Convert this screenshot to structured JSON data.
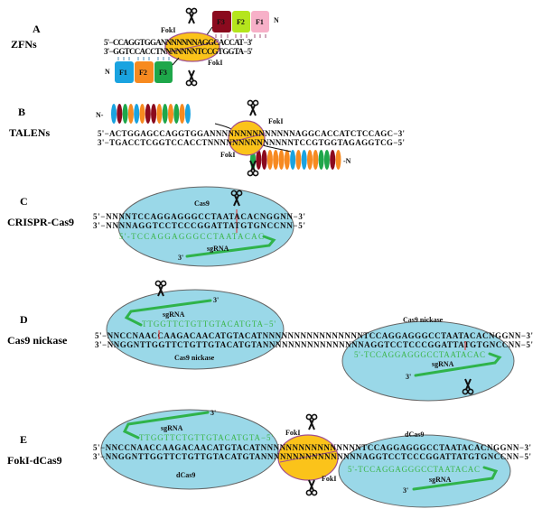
{
  "colors": {
    "cas9": "#9ad8e8",
    "foki": "#fbc31a",
    "sgrna": "#3cb54a",
    "cut": "#e53030"
  },
  "A": {
    "letter": "A",
    "name": "ZFNs",
    "top": "5'−CCAGGTGGANNNNNNNAGGCACCAT−3'",
    "bottom": "3'−GGTCCACCTNNNNNNNTCCGTGGTA−5'",
    "foki_top": "FokI",
    "foki_bottom": "FokI",
    "top_fingers": [
      "F3",
      "F2",
      "F1"
    ],
    "bottom_fingers": [
      "F1",
      "F2",
      "F3"
    ],
    "n": "N"
  },
  "B": {
    "letter": "B",
    "name": "TALENs",
    "top": "5'−ACTGGAGCCAGGTGGANNNNNNNNNNNNNNAGGCACCATCTCCAGC−3'",
    "bottom": "3'−TGACCTCGGTCCACCTNNNNNNNNNNNNNNTCCGTGGTAGAGGTCG−5'",
    "foki_top": "FokI",
    "foki_bottom": "FokI",
    "n_left": "N-",
    "n_right": "-N"
  },
  "C": {
    "letter": "C",
    "name": "CRISPR-Cas9",
    "protein": "Cas9",
    "top": "5'−NNNNTCCAGGAGGGCCTAATACACNGGNN−3'",
    "bottom": "3'−NNNNAGGTCCTCCCGGATTATGTGNCCNN−5'",
    "sgrna_seq": "5'-TCCAGGAGGGCCTAATACAC",
    "sgrna": "sgRNA",
    "three": "3'"
  },
  "D": {
    "letter": "D",
    "name": "Cas9 nickase",
    "protein_left": "Cas9 nickase",
    "protein_right": "Cas9 nickase",
    "top": "5'−NNCCNAACCAAGACAACATGTACATNNNNNNNNNNNNNNNNTCCAGGAGGGCCTAATACACNGGNN−3'",
    "bottom": "3'−NNGGNTTGGTTCTGTTGTACATGTANNNNNNNNNNNNNNNNAGGTCCTCCCGGATTATGTGNCCNN−5'",
    "sgrna_left_seq": "TTGGTTCTGTTGTACATGTA−5'",
    "sgrna_right_seq": "5'-TCCAGGAGGGCCTAATACAC",
    "sgrna": "sgRNA",
    "three": "3'"
  },
  "E": {
    "letter": "E",
    "name": "FokI-dCas9",
    "protein_left": "dCas9",
    "protein_right": "dCas9",
    "top": "5'−NNCCNAACCAAGACAACATGTACATNNNNNNNNNNNNNNNNTCCAGGAGGGCCTAATACACNGGNN−3'",
    "bottom": "3'−NNGGNTTGGTTCTGTTGTACATGTANNNNNNNNNNNNNNNNAGGTCCTCCCGGATTATGTGNCCNN−5'",
    "sgrna_left_seq": "TTGGTTCTGTTGTACATGTA−5'",
    "sgrna_right_seq": "5'-TCCAGGAGGGCCTAATACAC",
    "sgrna": "sgRNA",
    "three": "3'",
    "foki_top": "FokI",
    "foki_bottom": "FokI"
  }
}
